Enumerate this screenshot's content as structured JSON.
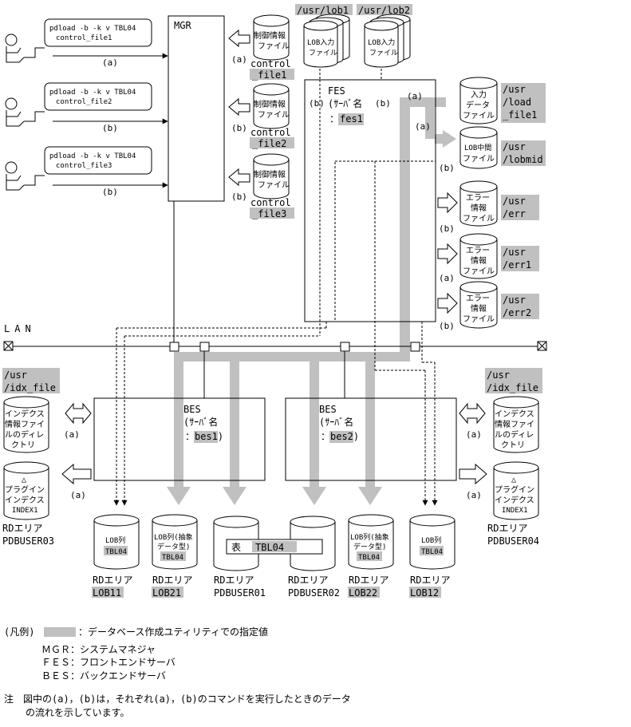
{
  "users": [
    {
      "line1": "pdload -b -k v TBL04",
      "line2": "control_file1",
      "flow": "(a)"
    },
    {
      "line1": "pdload -b -k v TBL04",
      "line2": "control_file2",
      "flow": "(b)"
    },
    {
      "line1": "pdload -b -k v TBL04",
      "line2": "control_file3",
      "flow": "(b)"
    }
  ],
  "mgr": {
    "label": "MGR"
  },
  "control_files": [
    {
      "l1": "制御情報",
      "l2": "ファイル",
      "n1": "control",
      "n2": "_file1",
      "flow": "(a)"
    },
    {
      "l1": "制御情報",
      "l2": "ファイル",
      "n1": "control",
      "n2": "_file2",
      "flow": "(b)"
    },
    {
      "l1": "制御情報",
      "l2": "ファイル",
      "n1": "control",
      "n2": "_file3",
      "flow": "(b)"
    }
  ],
  "lob_inputs": [
    {
      "path": "/usr/lob1",
      "l1": "LOB入力",
      "l2": "ファイル"
    },
    {
      "path": "/usr/lob2",
      "l1": "LOB入力",
      "l2": "ファイル"
    }
  ],
  "fes": {
    "label": "FES",
    "server": "(ｻｰﾊﾞ名",
    "colon": "：",
    "name": "fes1",
    "flow_b1": "(b)",
    "flow_b2": "(b)",
    "flow_a": "(a)"
  },
  "fes_files": [
    {
      "l1": "入力",
      "l2": "データ",
      "l3": "ファイル",
      "p1": "/usr",
      "p2": "/load",
      "p3": "_file1",
      "flow": "(a)"
    },
    {
      "l1": "LOB中間",
      "l2": "ファイル",
      "l3": "",
      "p1": "/usr",
      "p2": "/lobmid",
      "p3": "",
      "flow": "(a)"
    },
    {
      "l1": "エラー",
      "l2": "情報",
      "l3": "ファイル",
      "p1": "/usr",
      "p2": "/err",
      "p3": "",
      "flow": "(b)"
    },
    {
      "l1": "エラー",
      "l2": "情報",
      "l3": "ファイル",
      "p1": "/usr",
      "p2": "/err1",
      "p3": "",
      "flow": "(a)"
    },
    {
      "l1": "エラー",
      "l2": "情報",
      "l3": "ファイル",
      "p1": "/usr",
      "p2": "/err2",
      "p3": "",
      "flow": "(b)"
    }
  ],
  "fes_flow_b_bottom": "(b)",
  "lan": {
    "label": "LAN"
  },
  "bes": [
    {
      "label": "BES",
      "server": "(ｻｰﾊﾞ名",
      "colon": "：",
      "name": "bes1)"
    },
    {
      "label": "BES",
      "server": "(ｻｰﾊﾞ名",
      "colon": "：",
      "name": "bes2)"
    }
  ],
  "idx_dirs": [
    {
      "p1": "/usr",
      "p2": "/idx_file",
      "l1": "インデクス",
      "l2": "情報ファイ",
      "l3": "ルのディレ",
      "l4": "クトリ",
      "flow": "(a)"
    },
    {
      "p1": "/usr",
      "p2": "/idx_file",
      "l1": "インデクス",
      "l2": "情報ファイ",
      "l3": "ルのディレ",
      "l4": "クトリ",
      "flow": "(a)"
    }
  ],
  "plugin_idx": [
    {
      "tri": "△",
      "l1": "プラグイン",
      "l2": "インデクス",
      "l3": "INDEX1",
      "r1": "RDエリア",
      "r2": "PDBUSER03",
      "flow": "(a)"
    },
    {
      "tri": "△",
      "l1": "プラグイン",
      "l2": "インデクス",
      "l3": "INDEX1",
      "r1": "RDエリア",
      "r2": "PDBUSER04",
      "flow": "(a)"
    }
  ],
  "rd_areas": [
    {
      "l1": "LOB列",
      "l2": "TBL04",
      "r1": "RDエリア",
      "r2": "LOB11"
    },
    {
      "l1": "LOB列(抽象",
      "l1b": "データ型)",
      "l2": "TBL04",
      "r1": "RDエリア",
      "r2": "LOB21"
    },
    {
      "r1": "RDエリア",
      "r2": "PDBUSER01"
    },
    {
      "r1": "RDエリア",
      "r2": "PDBUSER02"
    },
    {
      "l1": "LOB列(抽象",
      "l1b": "データ型)",
      "l2": "TBL04",
      "r1": "RDエリア",
      "r2": "LOB22"
    },
    {
      "l1": "LOB列",
      "l2": "TBL04",
      "r1": "RDエリア",
      "r2": "LOB12"
    }
  ],
  "table_label": {
    "l1": "表",
    "l2": "TBL04"
  },
  "legend": {
    "title": "(凡例)",
    "gray_desc": "：データベース作成ユティリティでの指定値",
    "mgr": "ＭＧＲ：システムマネジャ",
    "fes": "ＦＥＳ：フロントエンドサーバ",
    "bes": "ＢＥＳ：バックエンドサーバ"
  },
  "note": {
    "l1": "注　図中の(a)，(b)は，それぞれ(a)，(b)のコマンドを実行したときのデータ",
    "l2": "の流れを示しています。"
  },
  "colors": {
    "highlight": "#c0c0c0",
    "line": "#000000"
  }
}
